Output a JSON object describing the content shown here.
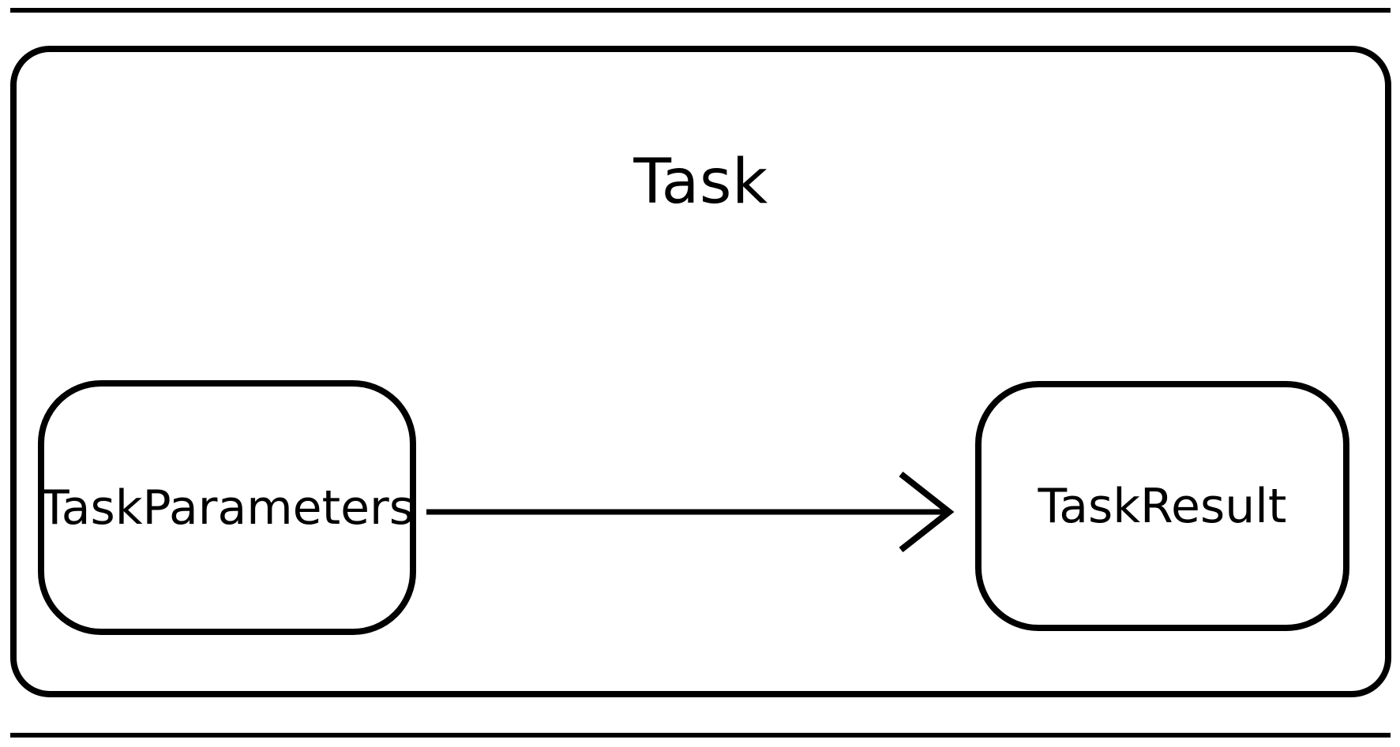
{
  "diagram": {
    "container": {
      "label": "Task"
    },
    "nodes": [
      {
        "id": "task-parameters",
        "label": "TaskParameters"
      },
      {
        "id": "task-result",
        "label": "TaskResult"
      }
    ],
    "edges": [
      {
        "from": "TaskParameters",
        "to": "TaskResult",
        "direction": "left-to-right",
        "style": "open-chevron-arrow"
      }
    ],
    "colors": {
      "stroke": "#000000",
      "background": "#ffffff"
    }
  }
}
